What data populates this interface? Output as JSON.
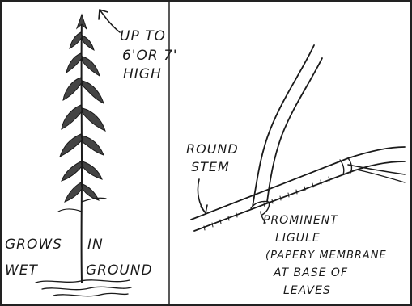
{
  "plant_labels": {
    "height_line1": "UP TO",
    "height_line2": "6'OR 7'",
    "height_line3": "HIGH",
    "habitat_left_1": "GROWS",
    "habitat_left_2": "WET",
    "habitat_right_1": "IN",
    "habitat_right_2": "GROUND"
  },
  "detail_labels": {
    "stem_line1": "ROUND",
    "stem_line2": "STEM",
    "ligule_line1": "PROMINENT",
    "ligule_line2": "LIGULE",
    "ligule_line3": "(PAPERY MEMBRANE",
    "ligule_line4": "AT BASE OF",
    "ligule_line5": "LEAVES"
  }
}
